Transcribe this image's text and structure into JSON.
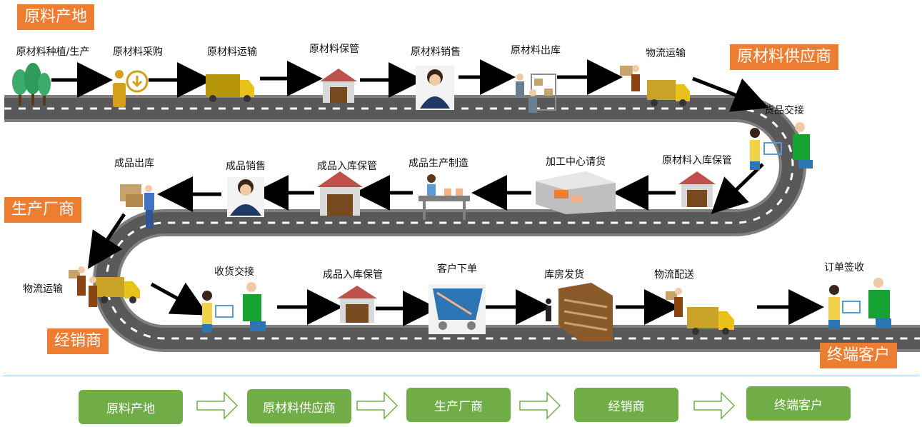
{
  "stages": {
    "raw_origin": "原料产地",
    "raw_supplier": "原材料供应商",
    "manufacturer": "生产厂商",
    "distributor": "经销商",
    "end_customer": "终端客户"
  },
  "row1": [
    "原材料种植/生产",
    "原材料采购",
    "原材料运输",
    "原材料保管",
    "原材料销售",
    "原材料出库",
    "物流运输"
  ],
  "handoff_top": "货品交接",
  "row2": [
    "原材料入库保管",
    "加工中心请货",
    "成品生产制造",
    "成品入库保管",
    "成品销售",
    "成品出库"
  ],
  "logistics_left": "物流运输",
  "row3": [
    "收货交接",
    "成品入库保管",
    "客户下单",
    "库房发货",
    "物流配送",
    "订单签收"
  ],
  "flow": [
    "原料产地",
    "原材料供应商",
    "生产厂商",
    "经销商",
    "终端客户"
  ],
  "colors": {
    "accent_orange": "#ED7D31",
    "flow_green": "#70AD47",
    "road_gray": "#595959",
    "truck_yellow": "#C9A227"
  }
}
